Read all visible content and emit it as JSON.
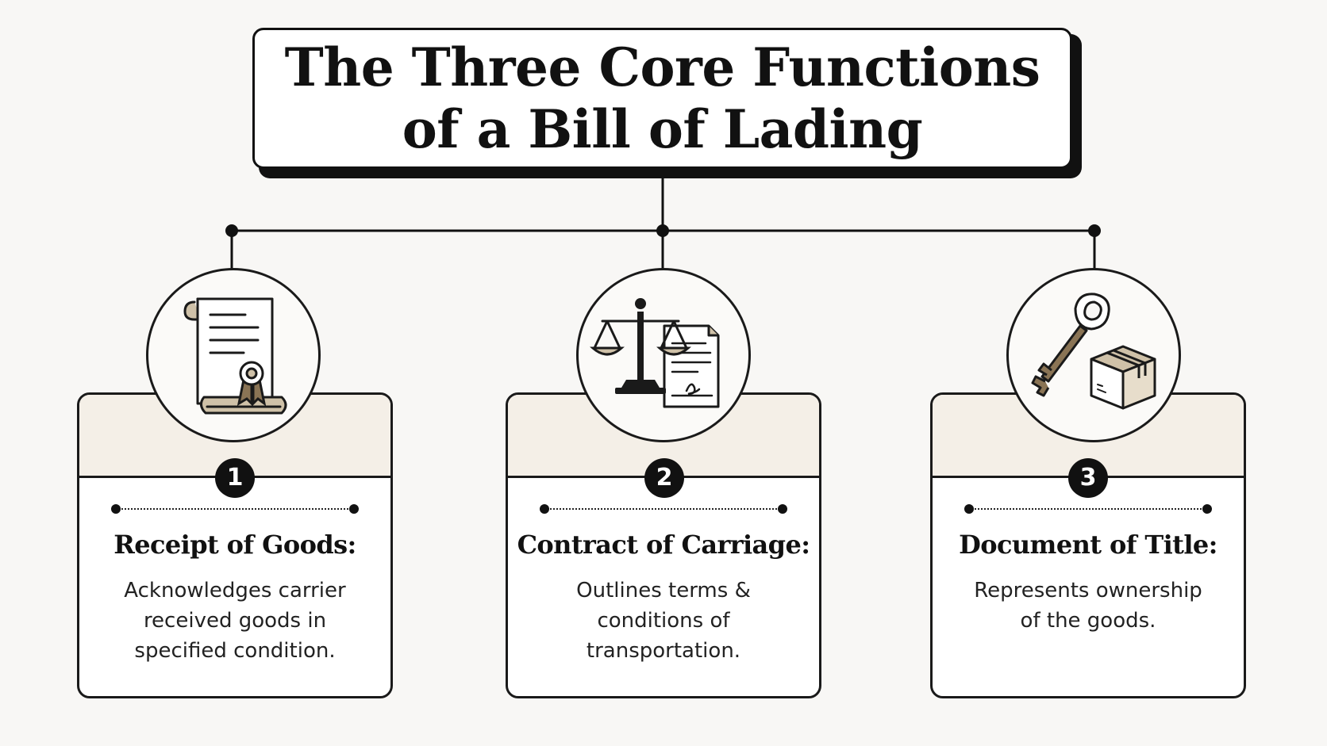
{
  "title": {
    "line1": "The Three Core Functions",
    "line2": "of a Bill of Lading"
  },
  "functions": [
    {
      "number": "1",
      "heading": "Receipt of Goods:",
      "description_lines": [
        "Acknowledges carrier",
        "received goods in",
        "specified condition."
      ],
      "icon": "certificate-scroll-icon"
    },
    {
      "number": "2",
      "heading": "Contract of Carriage:",
      "description_lines": [
        "Outlines terms &",
        "conditions of",
        "transportation."
      ],
      "icon": "scales-contract-icon"
    },
    {
      "number": "3",
      "heading": "Document of Title:",
      "description_lines": [
        "Represents ownership",
        "of the goods."
      ],
      "icon": "key-box-icon"
    }
  ],
  "colors": {
    "background": "#f8f7f5",
    "ink": "#111111",
    "card_header": "#f4efe7",
    "accent_tan": "#cfc1a8"
  }
}
